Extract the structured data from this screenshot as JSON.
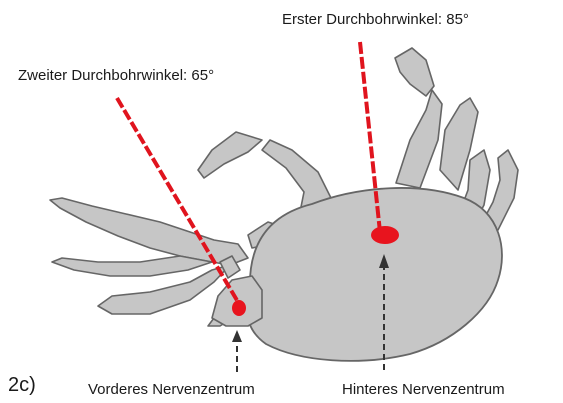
{
  "panel_label": "2c)",
  "angles": {
    "first": "Erster Durchbohrwinkel: 85°",
    "second": "Zweiter Durchbohrwinkel: 65°"
  },
  "centers": {
    "anterior": "Vorderes Nervenzentrum",
    "posterior": "Hinteres Nervenzentrum"
  },
  "colors": {
    "body_fill": "#c6c6c6",
    "outline": "#666666",
    "piercing_line": "#e0141e",
    "target_spot": "#e8141e",
    "pointer_arrow": "#333333"
  }
}
